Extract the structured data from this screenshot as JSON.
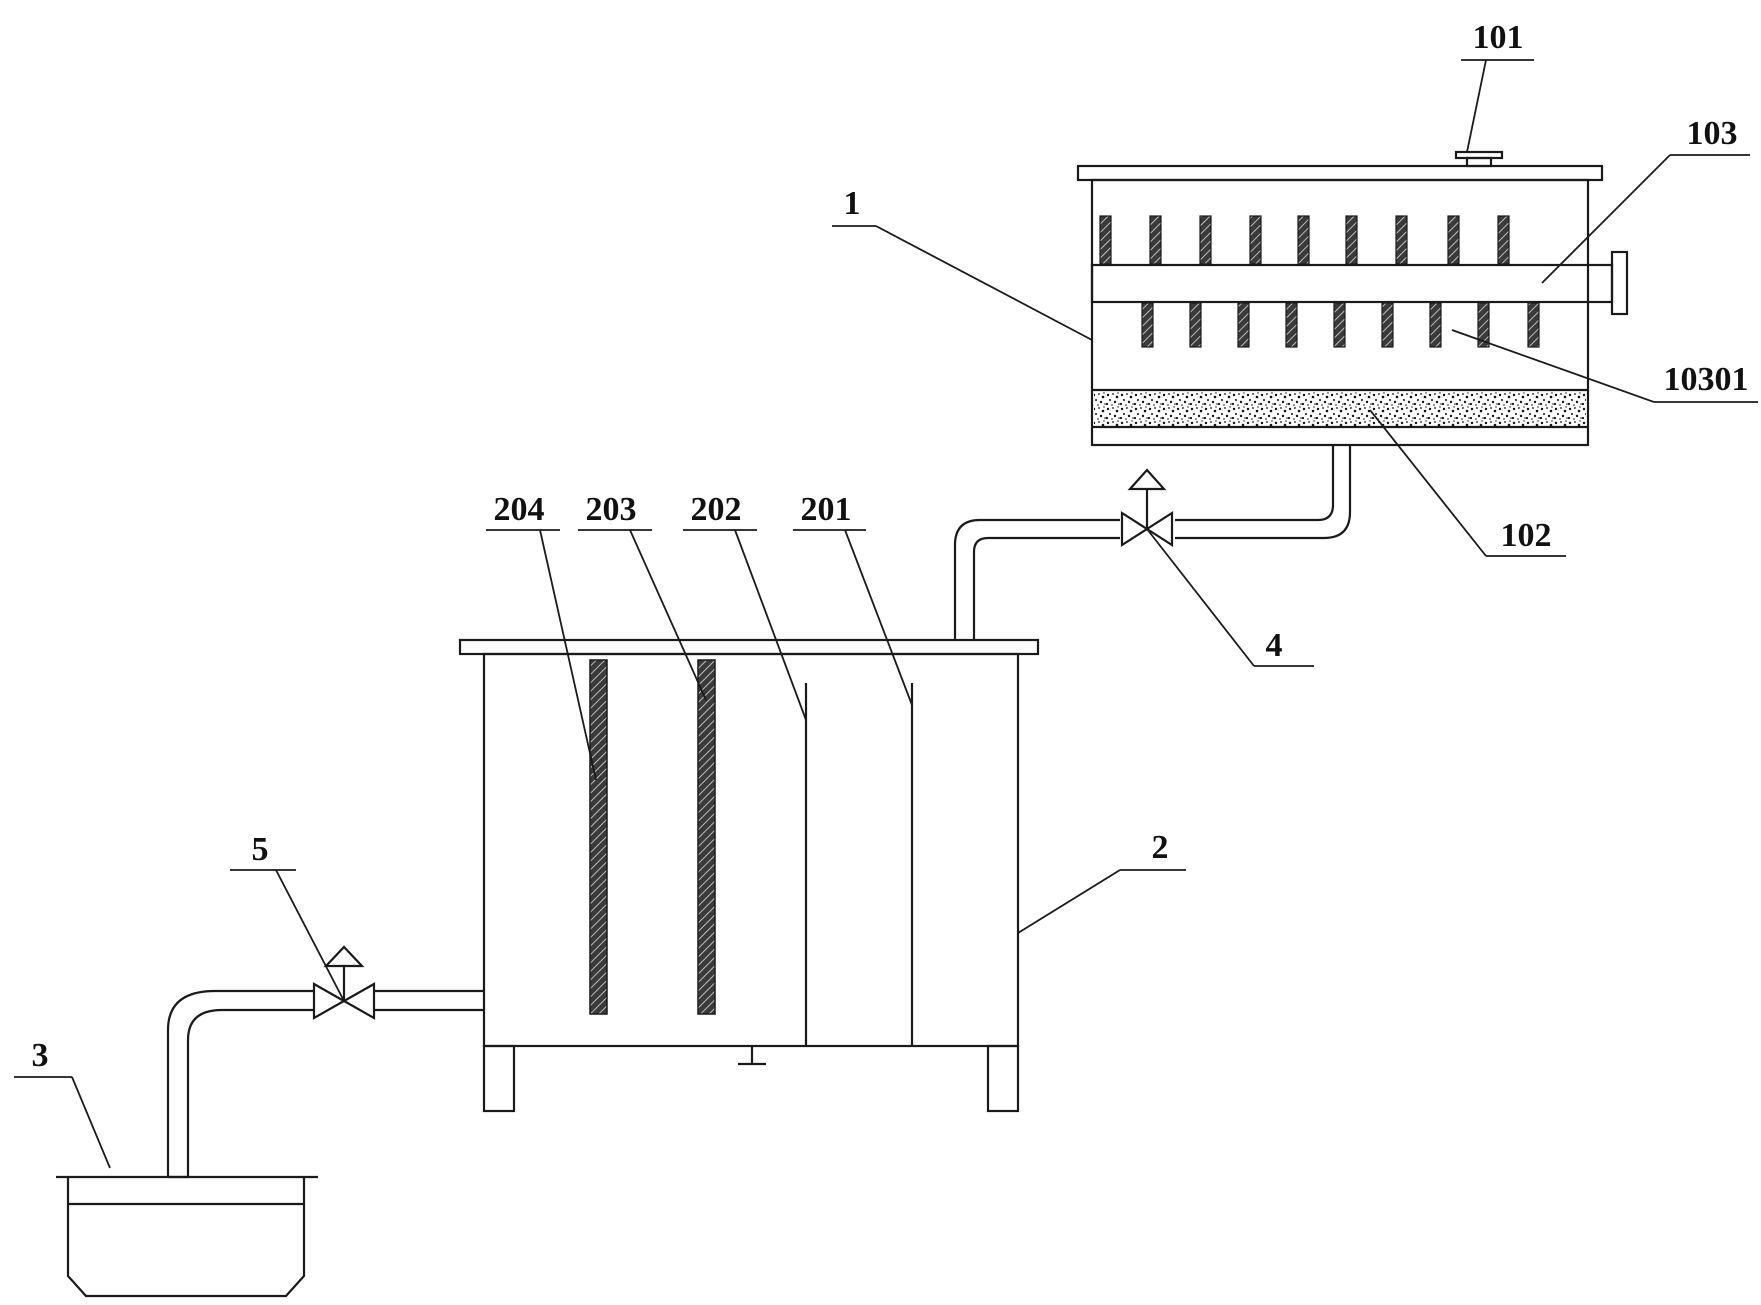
{
  "labels": {
    "l1": "1",
    "l2": "2",
    "l3": "3",
    "l4": "4",
    "l5": "5",
    "l101": "101",
    "l102": "102",
    "l103": "103",
    "l10301": "10301",
    "l201": "201",
    "l202": "202",
    "l203": "203",
    "l204": "204"
  }
}
